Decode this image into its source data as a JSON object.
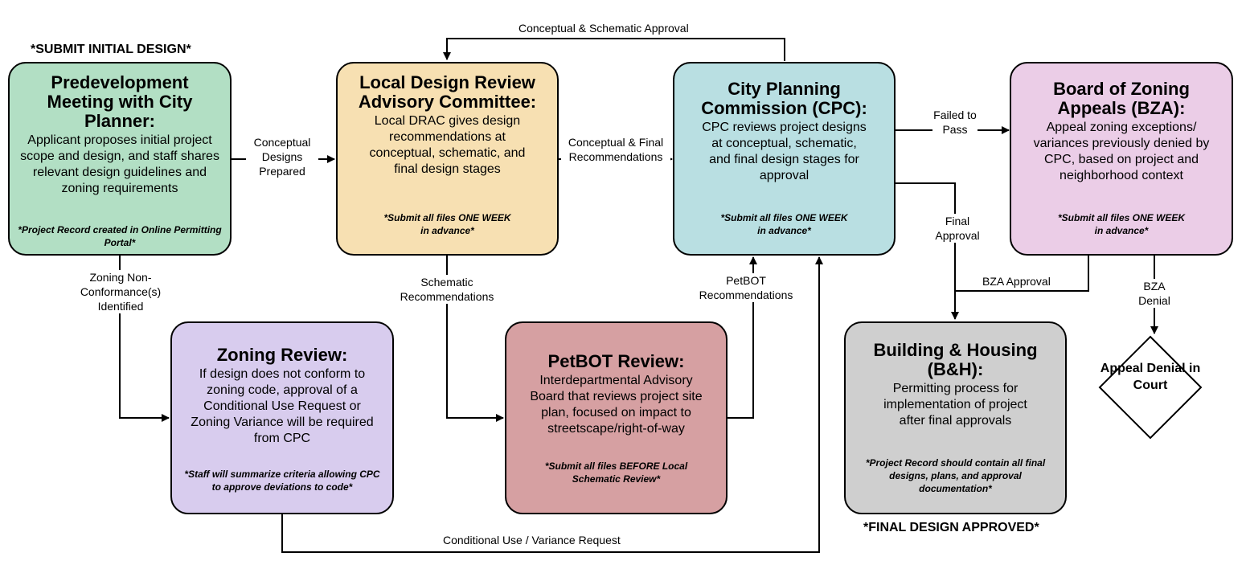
{
  "banners": {
    "start": "*SUBMIT INITIAL DESIGN*",
    "end": "*FINAL DESIGN APPROVED*"
  },
  "boxes": {
    "predev": {
      "title": "Predevelopment Meeting with City Planner:",
      "desc": "Applicant proposes initial project scope and design, and staff shares relevant design guidelines and zoning requirements",
      "note": "*Project Record created in Online Permitting Portal*",
      "color": "#b2dfc4"
    },
    "drac": {
      "title": "Local Design Review Advisory Committee:",
      "desc": "Local DRAC gives design recommendations at conceptual, schematic, and final design stages",
      "note": "*Submit all files ONE WEEK in advance*",
      "color": "#f7e0b2"
    },
    "cpc": {
      "title": "City Planning Commission (CPC):",
      "desc": "CPC reviews project designs at conceptual, schematic, and final design stages for approval",
      "note": "*Submit all files ONE WEEK in advance*",
      "color": "#b9dfe2"
    },
    "bza": {
      "title": "Board of Zoning Appeals (BZA):",
      "desc": "Appeal zoning exceptions/ variances previously denied by CPC, based on project and neighborhood context",
      "note": "*Submit all files ONE WEEK in advance*",
      "color": "#ebcde7"
    },
    "zoning": {
      "title": "Zoning Review:",
      "desc": "If design does not conform to zoning code, approval of a Conditional Use Request or Zoning Variance will be required from CPC",
      "note": "*Staff will summarize criteria allowing CPC to approve deviations to code*",
      "color": "#d8ccee"
    },
    "petbot": {
      "title": "PetBOT Review:",
      "desc": "Interdepartmental Advisory Board that reviews project site plan, focused on impact to streetscape/right-of-way",
      "note": "*Submit all files BEFORE Local Schematic Review*",
      "color": "#d6a0a2"
    },
    "bh": {
      "title": "Building & Housing (B&H):",
      "desc": "Permitting process for implementation of project after final approvals",
      "note": "*Project Record should contain all final designs, plans, and approval documentation*",
      "color": "#cfcfcf"
    },
    "court": {
      "title": "Appeal Denial in Court"
    }
  },
  "edges": {
    "concept_schem": "Conceptual & Schematic Approval",
    "concept_prepared": "Conceptual Designs Prepared",
    "concept_final": "Conceptual & Final Recommendations",
    "failed": "Failed to Pass",
    "final_approval": "Final Approval",
    "zoning_nonconf": "Zoning Non-Conformance(s) Identified",
    "schematic_recs": "Schematic Recommendations",
    "petbot_recs": "PetBOT Recommendations",
    "bza_approval": "BZA Approval",
    "bza_denial": "BZA Denial",
    "cond_use": "Conditional Use / Variance Request"
  }
}
